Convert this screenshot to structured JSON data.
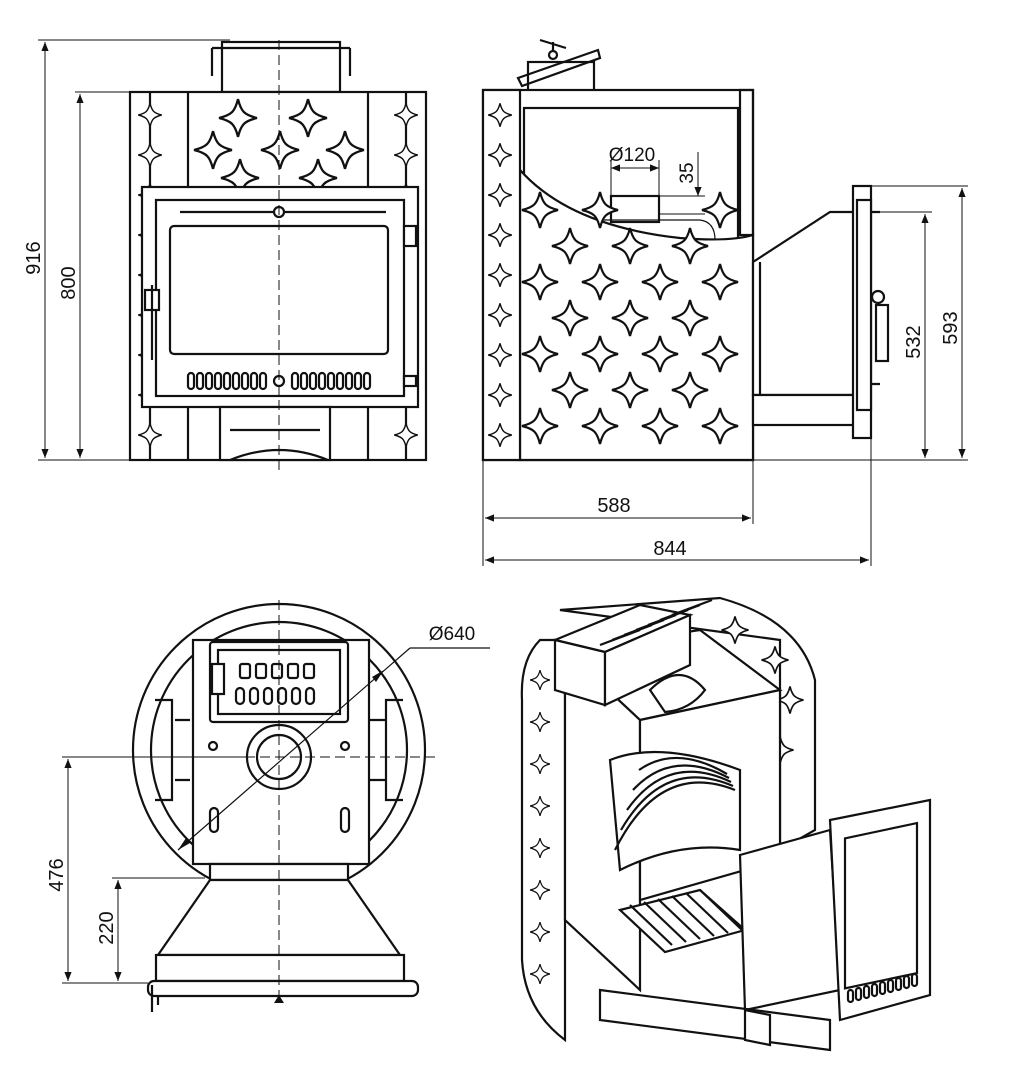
{
  "colors": {
    "ink": "#111111",
    "paper": "#ffffff"
  },
  "dimensions": {
    "front_height_total": "916",
    "front_height_body": "800",
    "side_diameter_flue": "Ø120",
    "side_flue_offset": "35",
    "side_door_height_1": "532",
    "side_door_height_2": "593",
    "side_depth_body": "588",
    "side_depth_total": "844",
    "top_diameter": "Ø640",
    "top_offset_1": "476",
    "top_offset_2": "220"
  }
}
